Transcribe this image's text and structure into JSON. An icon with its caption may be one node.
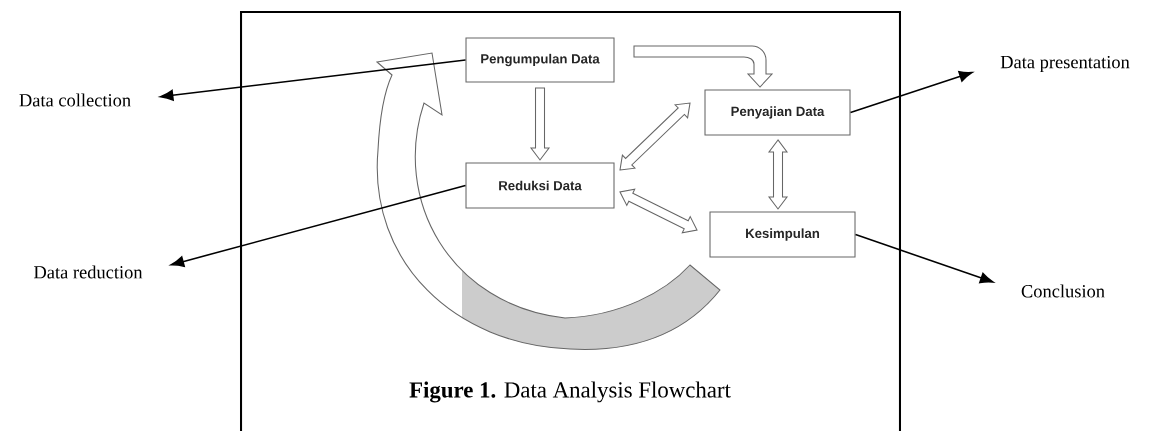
{
  "diagram": {
    "caption": "**Figure 1.** Data Analysis Flowchart",
    "nodes": [
      {
        "text": [
          "Pengumpulan Data"
        ]
      },
      {
        "text": [
          "Penyajian Data"
        ]
      },
      {
        "text": [
          "Reduksi Data"
        ]
      },
      {
        "text": [
          "Kesimpulan"
        ]
      },
      {
        "text": [
          "Data collection"
        ]
      },
      {
        "text": [
          "Data presentation"
        ]
      },
      {
        "text": [
          "Data reduction"
        ]
      },
      {
        "text": [
          "Conclusion"
        ]
      }
    ],
    "edges": [
      {
        "from": 0,
        "to": 2,
        "arrow": "to"
      },
      {
        "from": 0,
        "to": 1,
        "arrow": "to"
      },
      {
        "from": 2,
        "to": 1,
        "arrow": "both"
      },
      {
        "from": 2,
        "to": 3,
        "arrow": "both"
      },
      {
        "from": 1,
        "to": 3,
        "arrow": "both"
      },
      {
        "from": 3,
        "to": 0,
        "arrow": "to"
      },
      {
        "from": 0,
        "to": 4,
        "arrow": "to",
        "color": "#000000"
      },
      {
        "from": 1,
        "to": 5,
        "arrow": "to",
        "color": "#000000"
      },
      {
        "from": 2,
        "to": 6,
        "arrow": "to",
        "color": "#000000"
      },
      {
        "from": 3,
        "to": 7,
        "arrow": "to",
        "color": "#000000"
      }
    ]
  }
}
